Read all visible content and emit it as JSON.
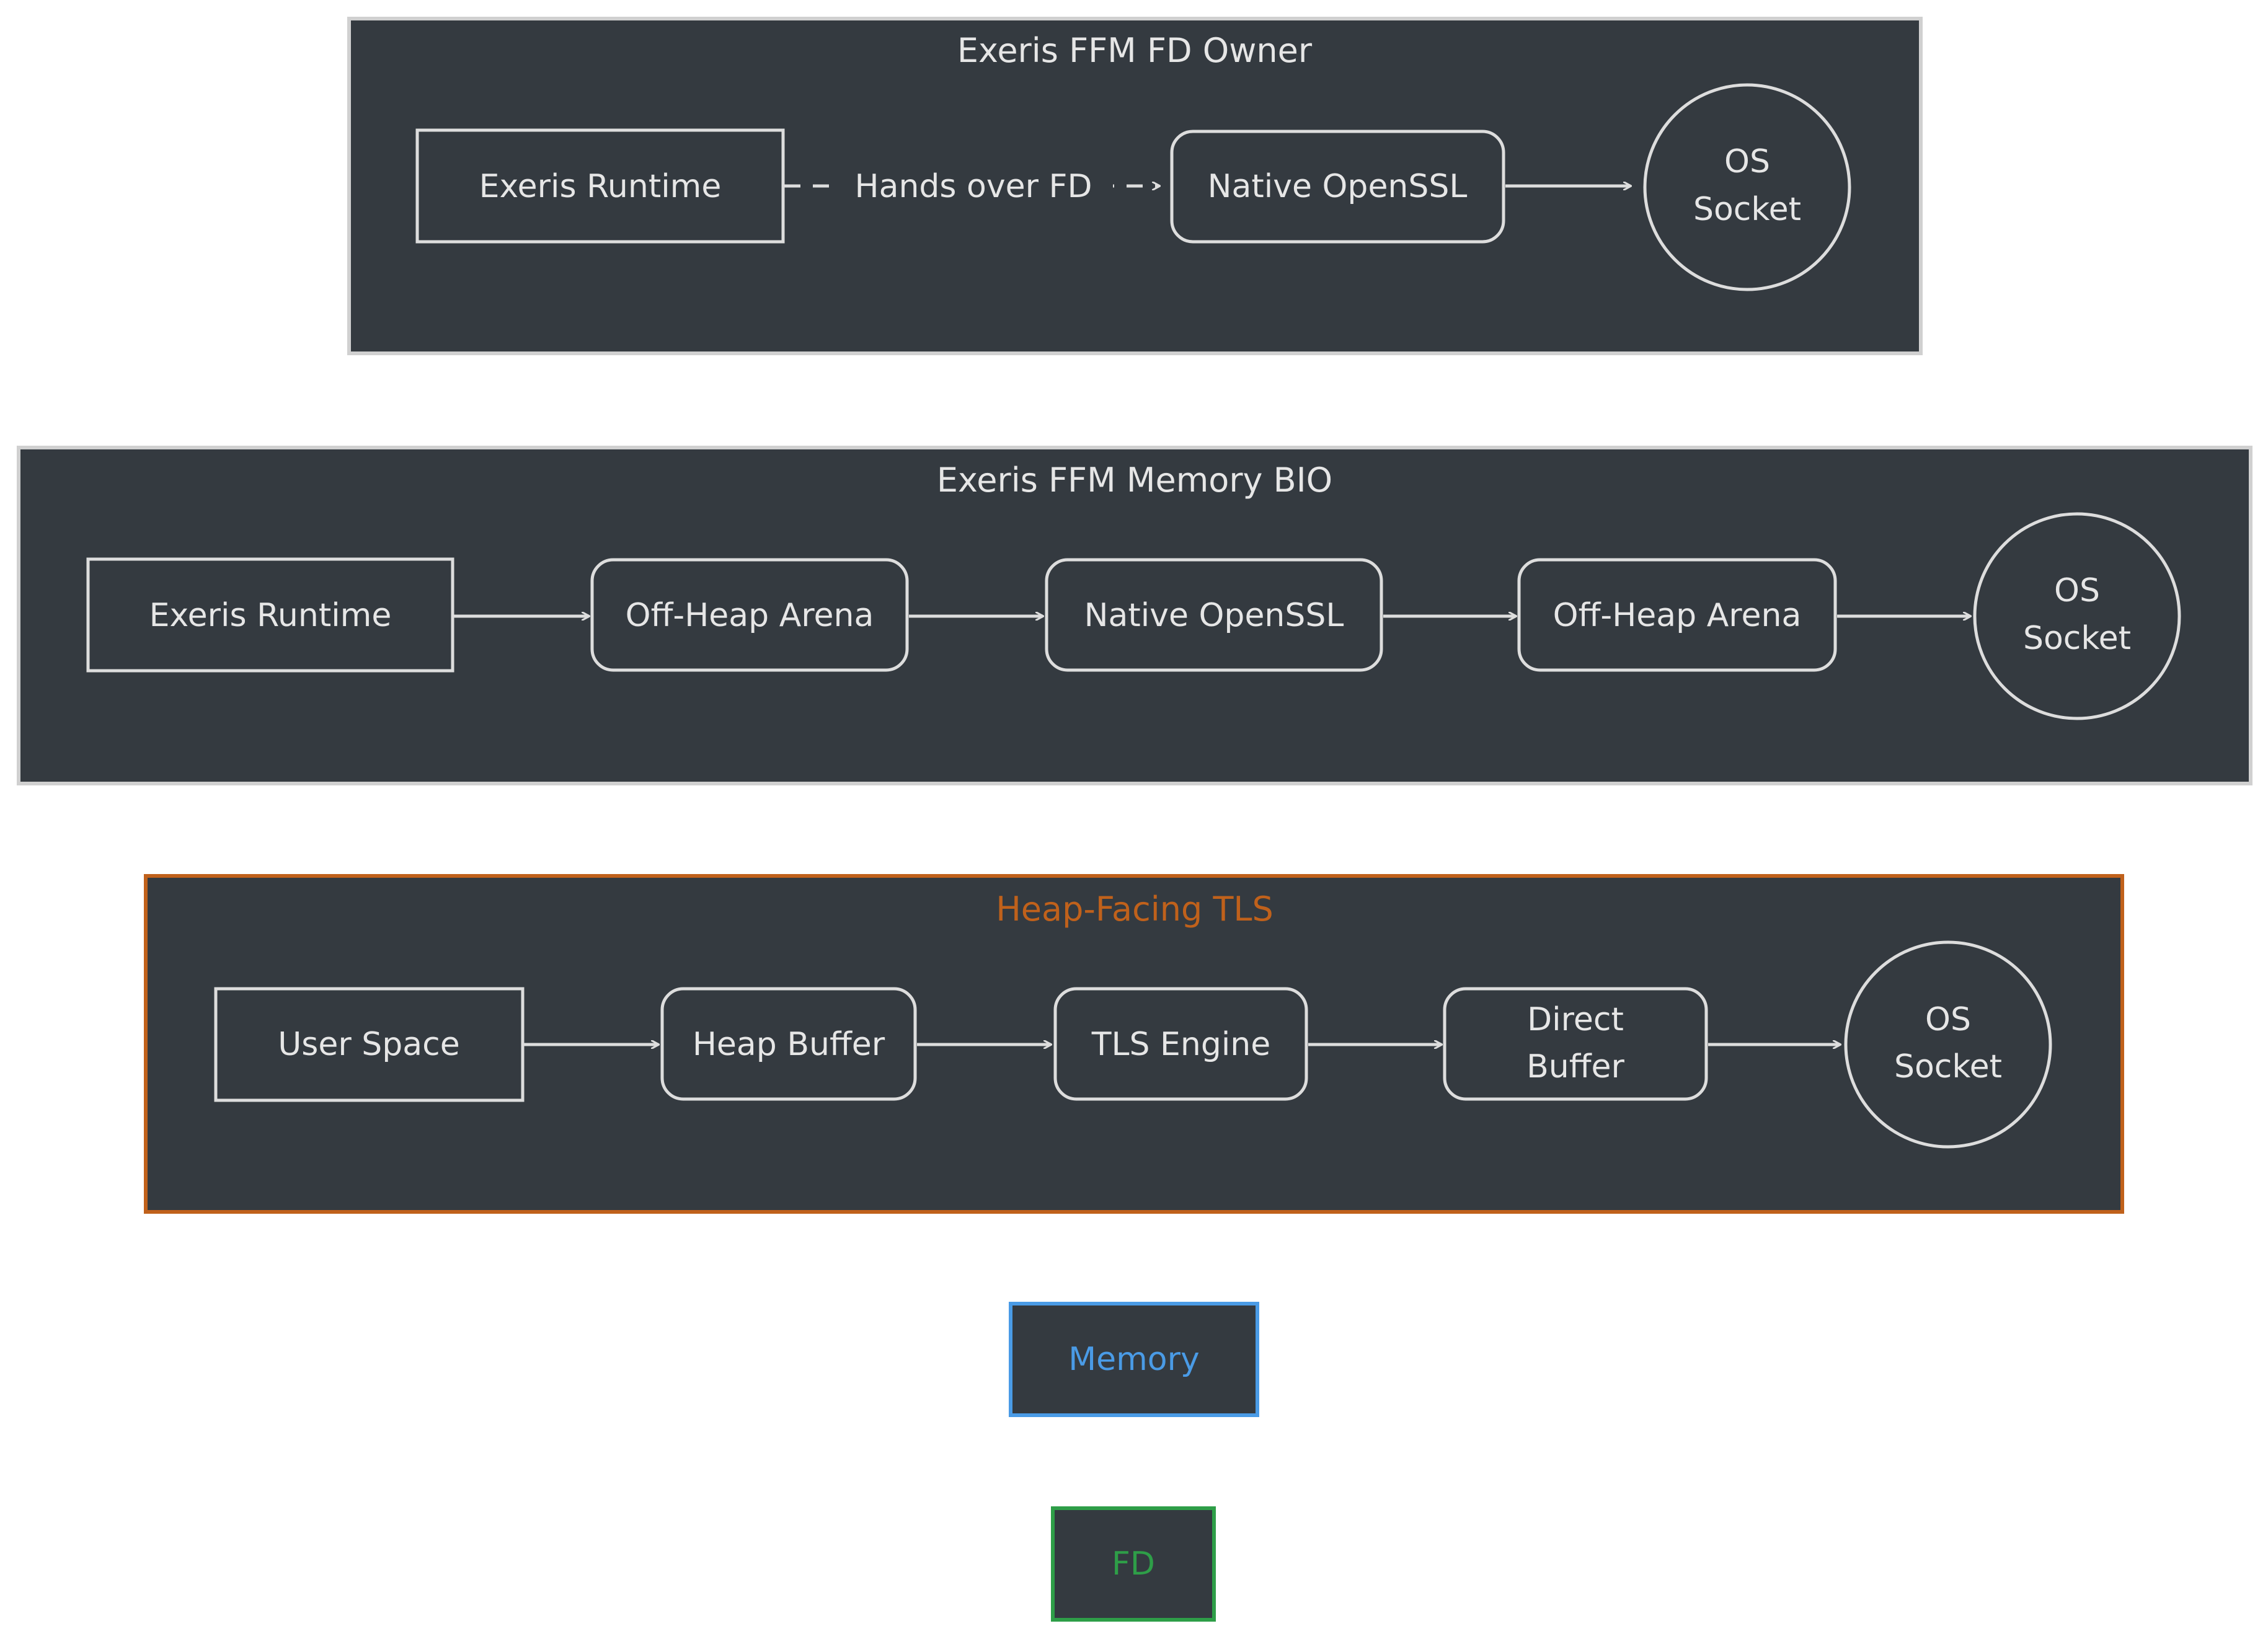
{
  "colors": {
    "panel_fill": "#343a40",
    "panel_border": "#d0d0d0",
    "stroke": "#dddddd",
    "text": "#e6e6e6",
    "heap_accent": "#c0611b",
    "memory_accent": "#4a9be6",
    "fd_accent": "#2e9e48"
  },
  "panels": {
    "fd_owner": {
      "title": "Exeris FFM FD Owner",
      "nodes": {
        "runtime": "Exeris Runtime",
        "openssl": "Native OpenSSL",
        "socket_1": "OS",
        "socket_2": "Socket"
      },
      "edge_label": "Hands over FD"
    },
    "memory_bio": {
      "title": "Exeris FFM Memory BIO",
      "nodes": {
        "runtime": "Exeris Runtime",
        "arena_a": "Off-Heap Arena",
        "openssl": "Native OpenSSL",
        "arena_b": "Off-Heap Arena",
        "socket_1": "OS",
        "socket_2": "Socket"
      }
    },
    "heap_tls": {
      "title": "Heap-Facing TLS",
      "nodes": {
        "user_space": "User Space",
        "heap_buffer": "Heap Buffer",
        "tls_engine": "TLS Engine",
        "direct_1": "Direct",
        "direct_2": "Buffer",
        "socket_1": "OS",
        "socket_2": "Socket"
      }
    }
  },
  "legend": {
    "memory": "Memory",
    "fd": "FD"
  }
}
